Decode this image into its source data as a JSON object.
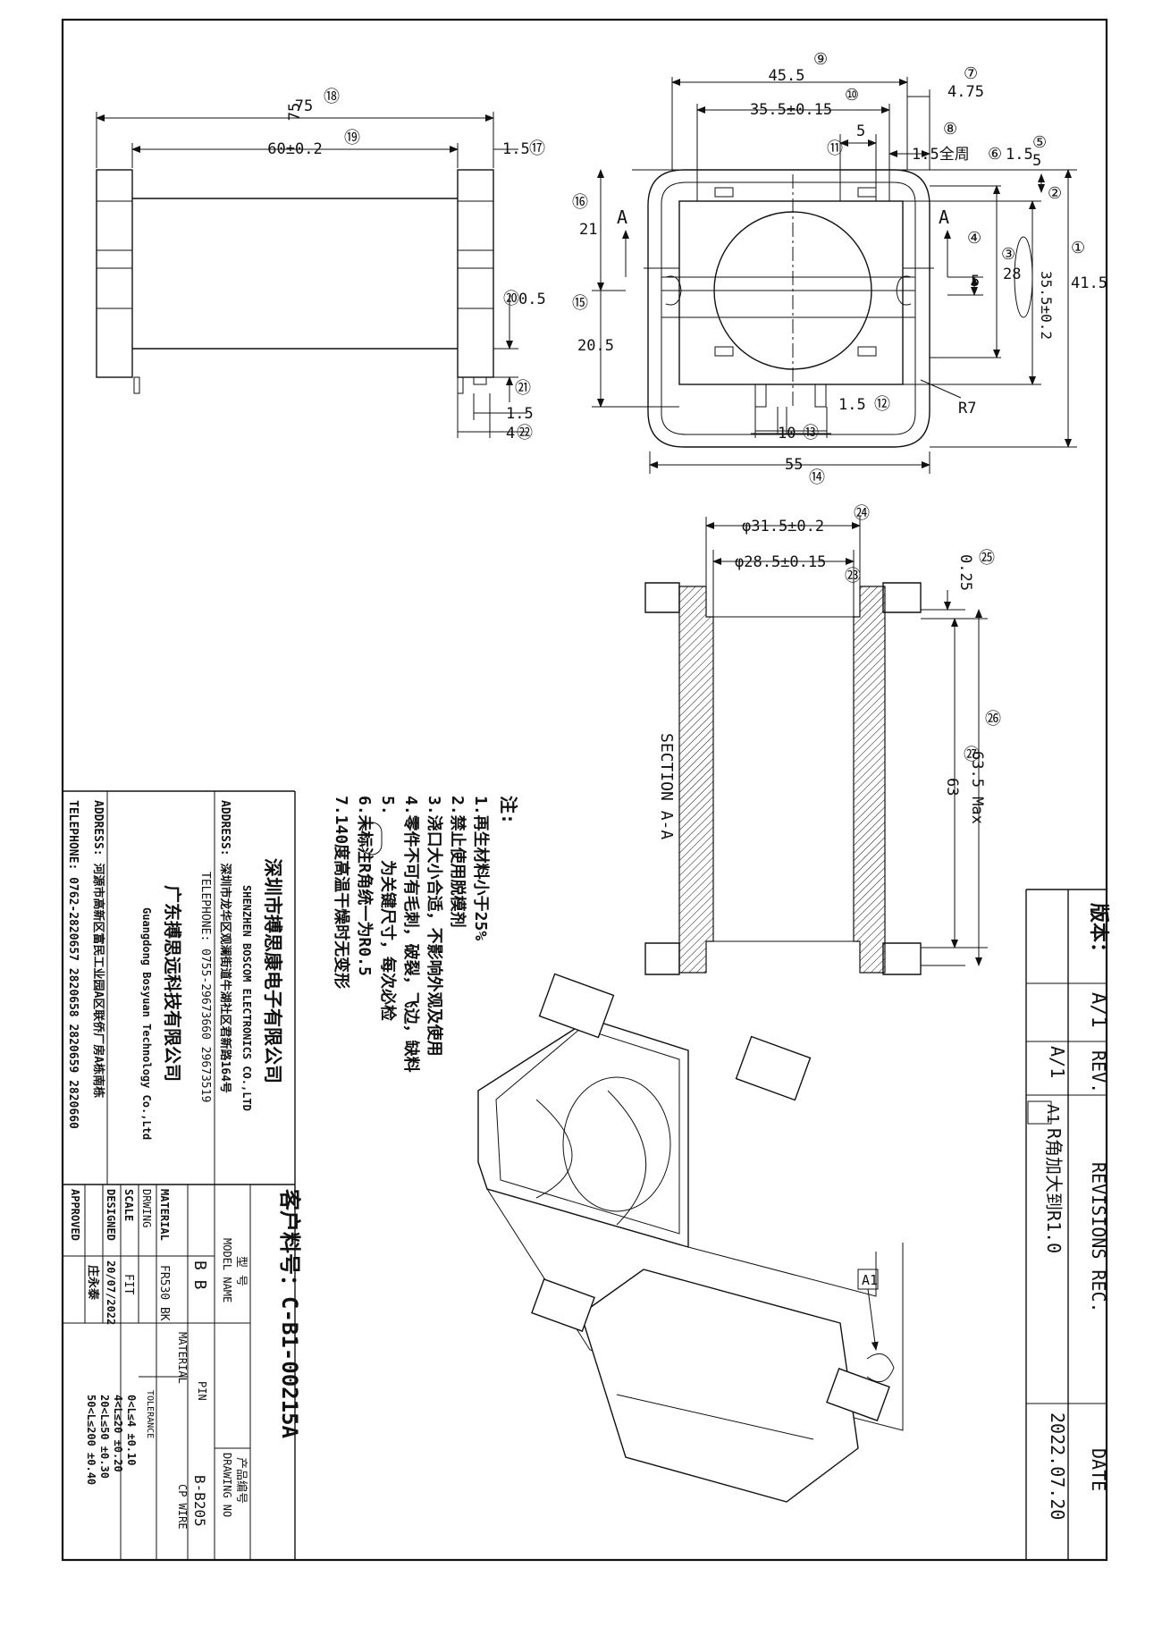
{
  "drawing": {
    "top_view": {
      "dims": [
        "75",
        "60±0.2",
        "1.5",
        "0.5",
        "1.5",
        "4"
      ],
      "circled": [
        "⑱",
        "⑲",
        "⑰",
        "⑳",
        "㉑",
        "㉒"
      ]
    },
    "end_view": {
      "dims": [
        "45.5",
        "4.75",
        "35.5±0.15",
        "5",
        "1.5全周",
        "1.5",
        "5",
        "21",
        "35.5±0.2",
        "28",
        "5",
        "41.5",
        "20.5",
        "1.5",
        "10",
        "55",
        "R7"
      ],
      "circled": [
        "⑨",
        "⑦",
        "⑩",
        "⑪",
        "⑧",
        "⑥",
        "⑤",
        "⑯",
        "②",
        "④",
        "③",
        "①",
        "⑮",
        "⑫",
        "⑬",
        "⑭"
      ],
      "section_marks": [
        "A",
        "A"
      ]
    },
    "section_view": {
      "title": "SECTION A-A",
      "dims": [
        "φ31.5±0.2",
        "φ28.5±0.15",
        "0.25",
        "63.5 Max",
        "63"
      ],
      "circled": [
        "㉔",
        "㉓",
        "㉕",
        "㉖",
        "㉗"
      ]
    },
    "iso_view": {
      "rev_tag": "A1"
    }
  },
  "notes": {
    "heading": "注:",
    "items": [
      "1.再生材料小于25%",
      "2.禁止使用脱模剂",
      "3.浇口大小合适，不影响外观及使用",
      "4.零件不可有毛刺，破裂，飞边，缺料",
      "5.",
      "为关键尺寸，每次必检",
      "6.未标注R角统一为R0.5",
      "7.140度高温干燥时无变形"
    ]
  },
  "customer_part": "客户料号：C-B1-00215A",
  "company": {
    "name_cn": "深圳市搏思康电子有限公司",
    "name_en": "SHENZHEN BOSCOM ELECTRONICS CO.,LTD",
    "address": "ADDRESS: 深圳市龙华区观澜街道牛湖社区君新路164号",
    "telephone": "TELEPHONE: 0755-29673660 29673519",
    "name2_cn": "广东搏思远科技有限公司",
    "name2_en": "Guangdong Bosyuan Technology Co.,Ltd",
    "address2": "ADDRESS: 河源市高新区富民工业园A区联侨厂房A栋南栋",
    "telephone2": "TELEPHONE: 0762-2820657 2820658 2820659 2820660"
  },
  "title_block": {
    "model_label_cn": "型 号",
    "model_label_en": "MODEL NAME",
    "model_value": "B B",
    "drawing_no_label_cn": "产品编号",
    "drawing_no_label_en": "DRAWING NO",
    "drawing_no": "B-B205",
    "material_label": "MATERIAL",
    "material_value": "FR530 BK",
    "scale_label": "SCALE",
    "scale_value": "FIT",
    "drwing_label": "DRWING",
    "date_value": "20/07/2022",
    "designed_label": "DESIGNED",
    "designed_value": "庄永泰",
    "approved_label": "APPROVED",
    "pin_label": "PIN",
    "pin_material_label": "MATERIAL",
    "pin_material_value": "CP WIRE",
    "tolerance_label": "TOLERANCE",
    "tolerance_rows": [
      "0<L≤4 ±0.10",
      "4<L≤20 ±0.20",
      "20<L≤50 ±0.30",
      "50<L≤200 ±0.40"
    ]
  },
  "revision": {
    "version_label": "版本：",
    "version_value": "A/1",
    "headers": [
      "REV.",
      "REVISIONS REC.",
      "DATE"
    ],
    "rev": "A/1",
    "tag": "A1",
    "desc": "R角加大到R1.0",
    "date": "2022.07.20"
  }
}
